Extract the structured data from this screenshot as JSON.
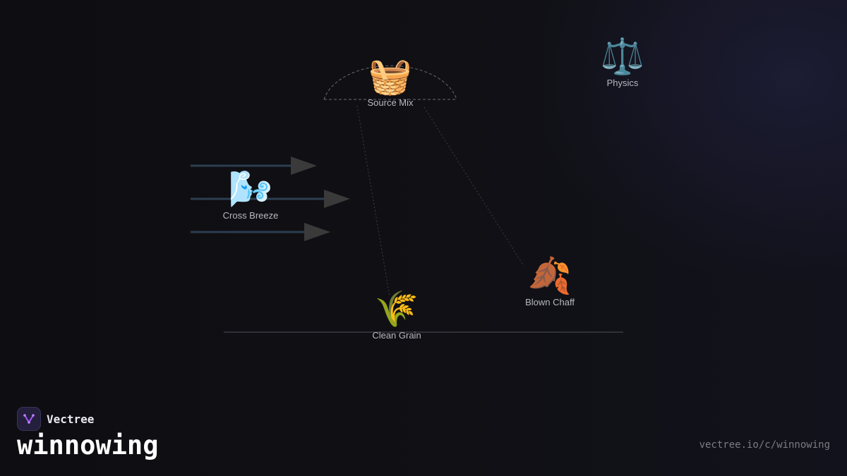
{
  "nodes": {
    "source": {
      "emoji": "🧺",
      "label": "Source Mix",
      "icon": "basket-icon"
    },
    "physics": {
      "emoji": "⚖️",
      "label": "Physics",
      "icon": "balance-scale-icon"
    },
    "breeze": {
      "emoji": "🌬️",
      "label": "Cross Breeze",
      "icon": "wind-face-icon"
    },
    "chaff": {
      "emoji": "🍂",
      "label": "Blown Chaff",
      "icon": "fallen-leaves-icon"
    },
    "grain": {
      "emoji": "🌾",
      "label": "Clean Grain",
      "icon": "sheaf-of-rice-icon"
    }
  },
  "brand": {
    "name": "Vectree",
    "logo_icon": "vectree-logo-icon"
  },
  "title": "winnowing",
  "url": "vectree.io/c/winnowing",
  "colors": {
    "background": "#0f0f13",
    "wind_line": "#2c3e50",
    "arrow_head": "#3a3a3a",
    "label": "#b8b8c0",
    "logo_accent": "#a855f7"
  }
}
